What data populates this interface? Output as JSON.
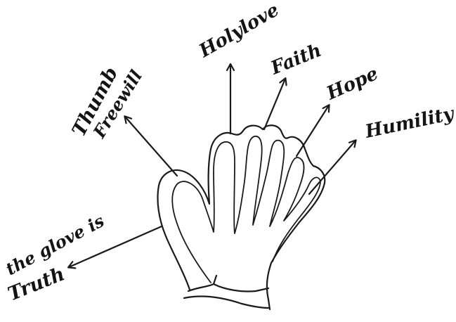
{
  "labels": {
    "thumb": "Thumb",
    "free_will": "Freewill",
    "holy_love": "Holylove",
    "faith": "Faith",
    "hope": "Hope",
    "humility": "Humility",
    "glove_line1": "the glove is",
    "glove_line2": "Truth"
  }
}
